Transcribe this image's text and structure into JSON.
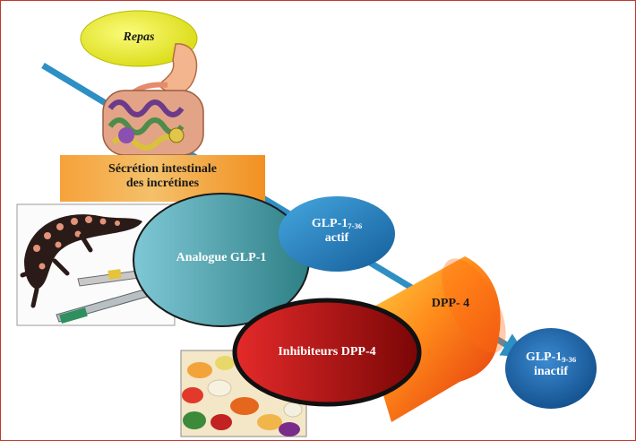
{
  "labels": {
    "meal": "Repas",
    "secretion_line1": "Sécrétion intestinale",
    "secretion_line2": "des incrétines",
    "glp1_active_prefix": "GLP-1",
    "glp1_active_sub": "7-36",
    "glp1_active_state": "actif",
    "analogue": "Analogue GLP-1",
    "dpp4": "DPP- 4",
    "inhibitors": "Inhibiteurs DPP-4",
    "glp1_inactive_prefix": "GLP-1",
    "glp1_inactive_sub": "9-36",
    "glp1_inactive_state": "inactif"
  },
  "colors": {
    "arrow": "#2e8fc4",
    "meal_oval": "#e8ea2a",
    "secretion_box": "#f39a2a",
    "analogue_oval": "#4aa7b8",
    "glp1_active_oval": "#1f78b8",
    "dpp4_cylinder": "#f07a1a",
    "inhibitors_oval": "#c01818",
    "glp1_inactive_oval": "#1c64a8"
  },
  "icons": {
    "stomach": "stomach-intestine-icon",
    "lizard": "gila-monster-icon",
    "pens": "injection-pen-icon",
    "pills": "pills-icon"
  }
}
